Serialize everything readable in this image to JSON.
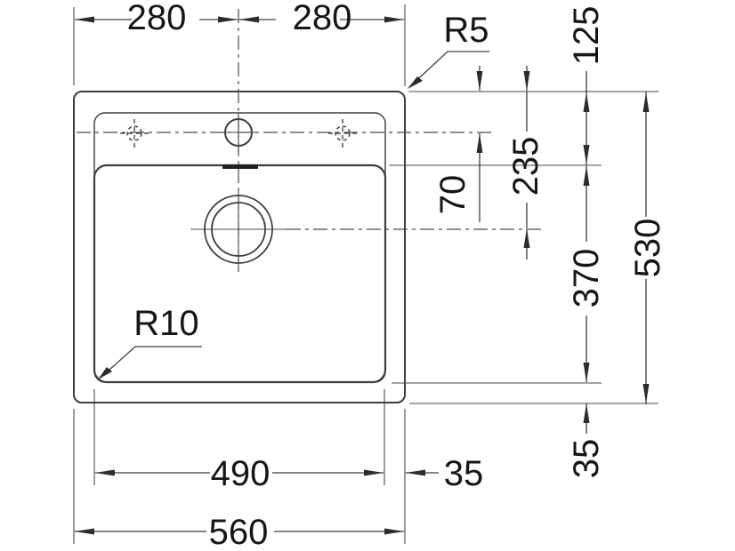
{
  "drawing": {
    "kind": "technical-dimension-drawing",
    "subject": "sink top view with installation dimensions",
    "units": "mm",
    "colors": {
      "background": "#ffffff",
      "line": "#3d3d3d",
      "text": "#161616"
    },
    "labels": {
      "top_width_left": "280",
      "top_width_right": "280",
      "outer_corner_radius": "R5",
      "tap_line_offset": "70",
      "drain_center_offset": "235",
      "rim_to_bowl": "125",
      "bowl_length": "370",
      "overall_depth": "530",
      "bowl_to_front": "35",
      "bowl_corner_radius": "R10",
      "bowl_width": "490",
      "bowl_to_side": "35",
      "overall_width": "560"
    }
  }
}
